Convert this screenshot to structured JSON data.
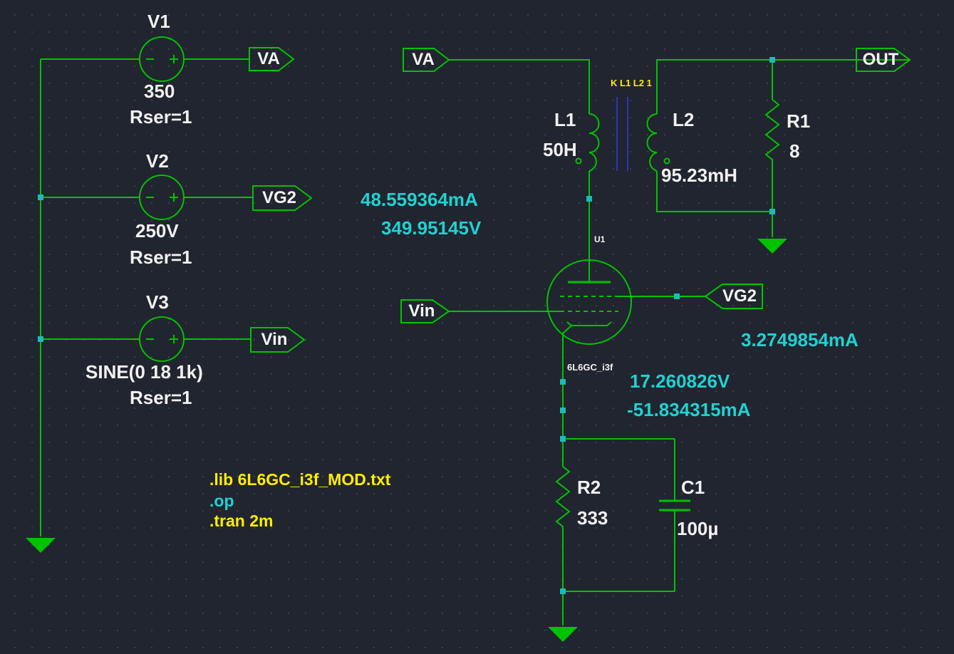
{
  "colors": {
    "background": "#21252f",
    "wire_green": "#00c300",
    "label_white": "#f2f2f2",
    "annotation_cyan": "#1fd2d2",
    "directive_yellow": "#ffee00",
    "transformer_core_blue": "#2b35c0",
    "junction_teal": "#1fb9b9"
  },
  "sources": {
    "v1": {
      "name": "V1",
      "value": "350",
      "rser": "Rser=1"
    },
    "v2": {
      "name": "V2",
      "value": "250V",
      "rser": "Rser=1"
    },
    "v3": {
      "name": "V3",
      "value": "SINE(0 18 1k)",
      "rser": "Rser=1"
    }
  },
  "flags": {
    "va_source": "VA",
    "vg2_source": "VG2",
    "vin_source": "Vin",
    "va_load": "VA",
    "vin_grid": "Vin",
    "vg2_screen": "VG2",
    "out": "OUT"
  },
  "transformer": {
    "coupling": "K L1 L2 1",
    "l1": {
      "name": "L1",
      "value": "50H"
    },
    "l2": {
      "name": "L2",
      "value": "95.23mH"
    }
  },
  "resistors": {
    "r1": {
      "name": "R1",
      "value": "8"
    },
    "r2": {
      "name": "R2",
      "value": "333"
    }
  },
  "capacitors": {
    "c1": {
      "name": "C1",
      "value": "100µ"
    }
  },
  "tube": {
    "ref": "U1",
    "model": "6L6GC_i3f"
  },
  "annotations": {
    "plate_current": "48.559364mA",
    "plate_voltage": "349.95145V",
    "screen_current": "3.2749854mA",
    "cathode_voltage": "17.260826V",
    "cathode_current": "-51.834315mA"
  },
  "directives": {
    "lib": ".lib 6L6GC_i3f_MOD.txt",
    "op": ".op",
    "tran": ".tran 2m"
  }
}
